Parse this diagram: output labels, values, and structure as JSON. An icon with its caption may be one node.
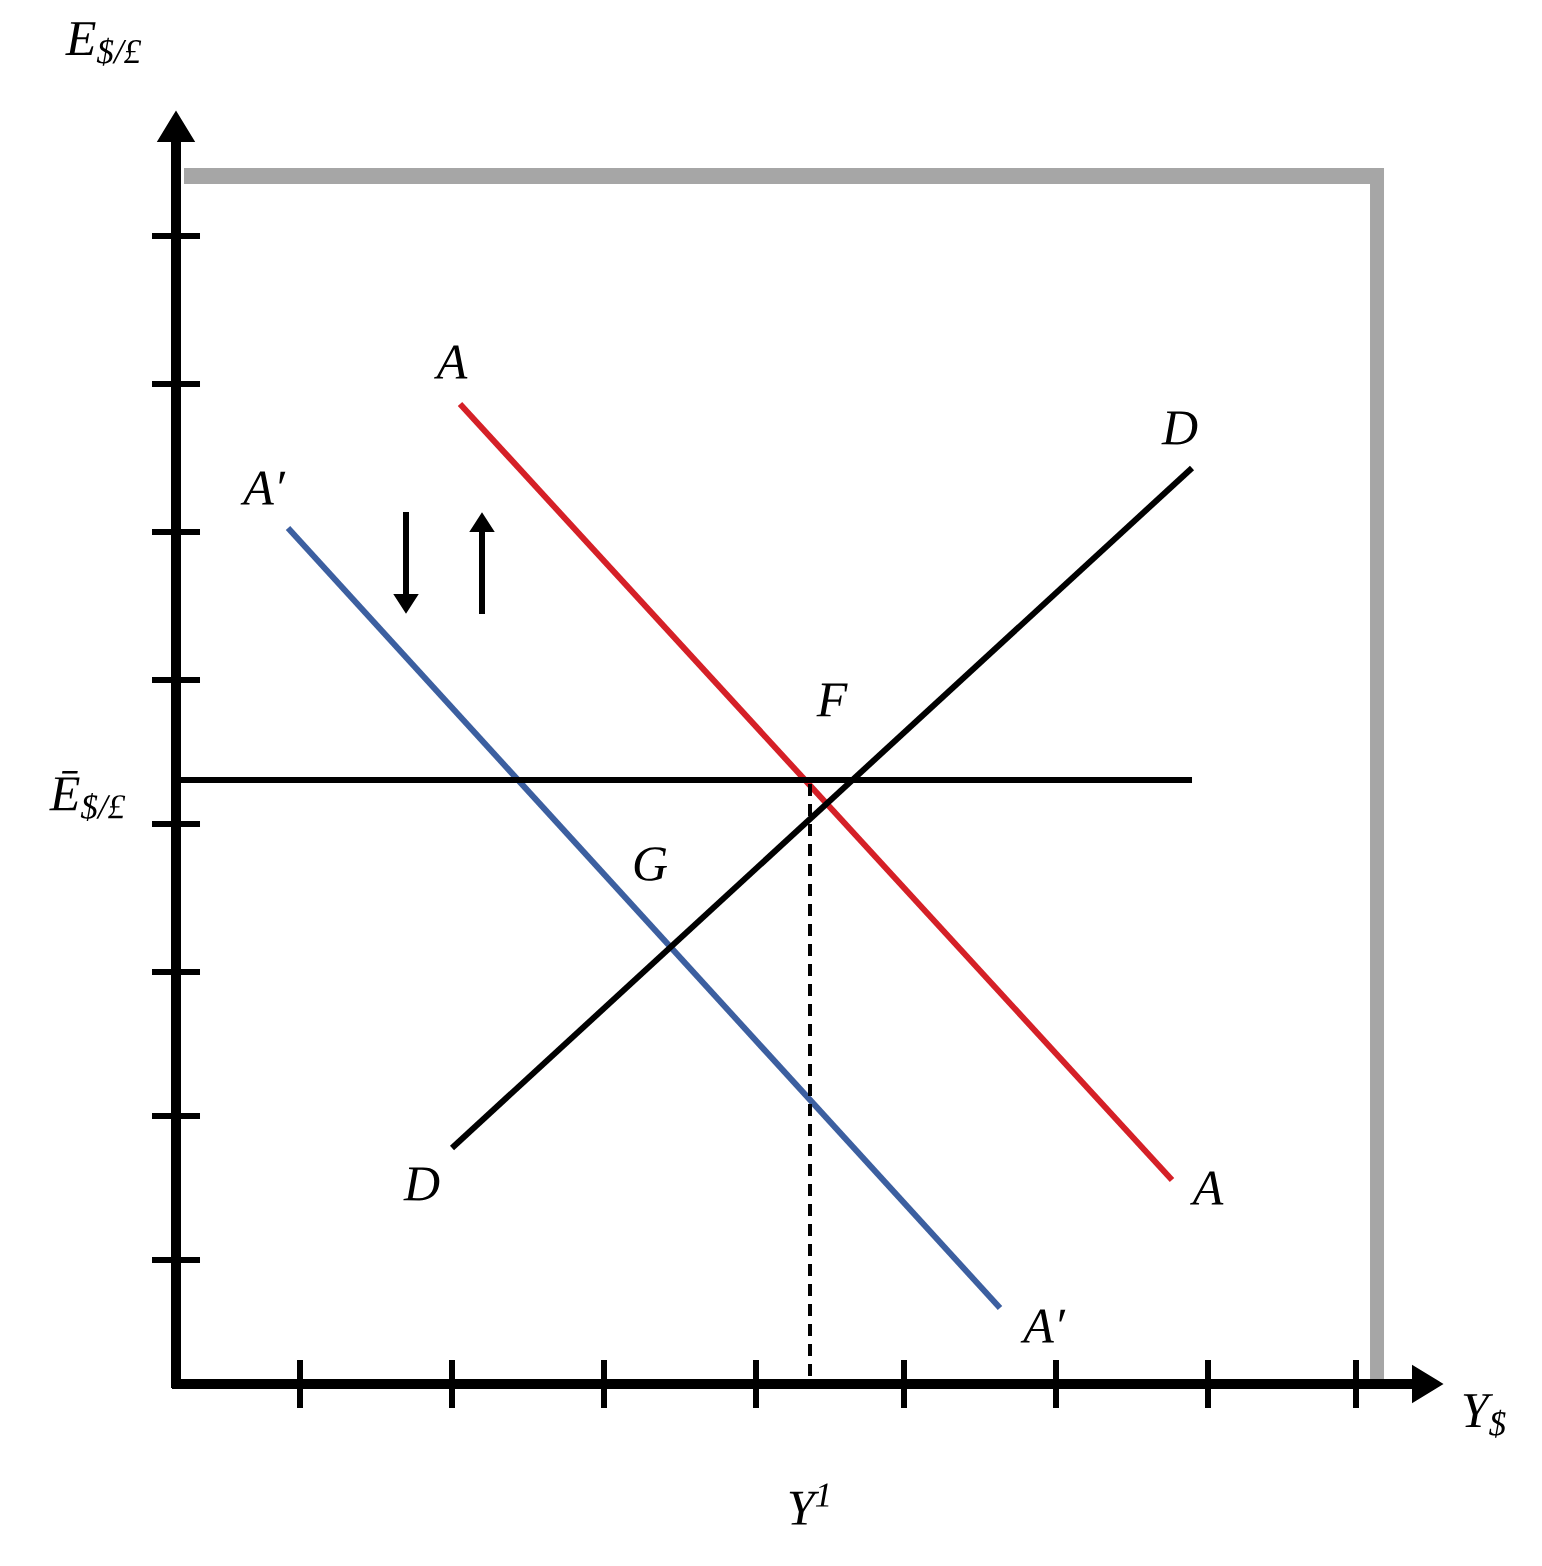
{
  "diagram": {
    "labels": [
      "E$_{$/£}$",
      "A",
      "D",
      "A′",
      "F",
      "Ē$_{$/£}$",
      "G",
      "D",
      "A",
      "A′",
      "Y$_{$}$",
      "Y$^{1}$"
    ]
  }
}
